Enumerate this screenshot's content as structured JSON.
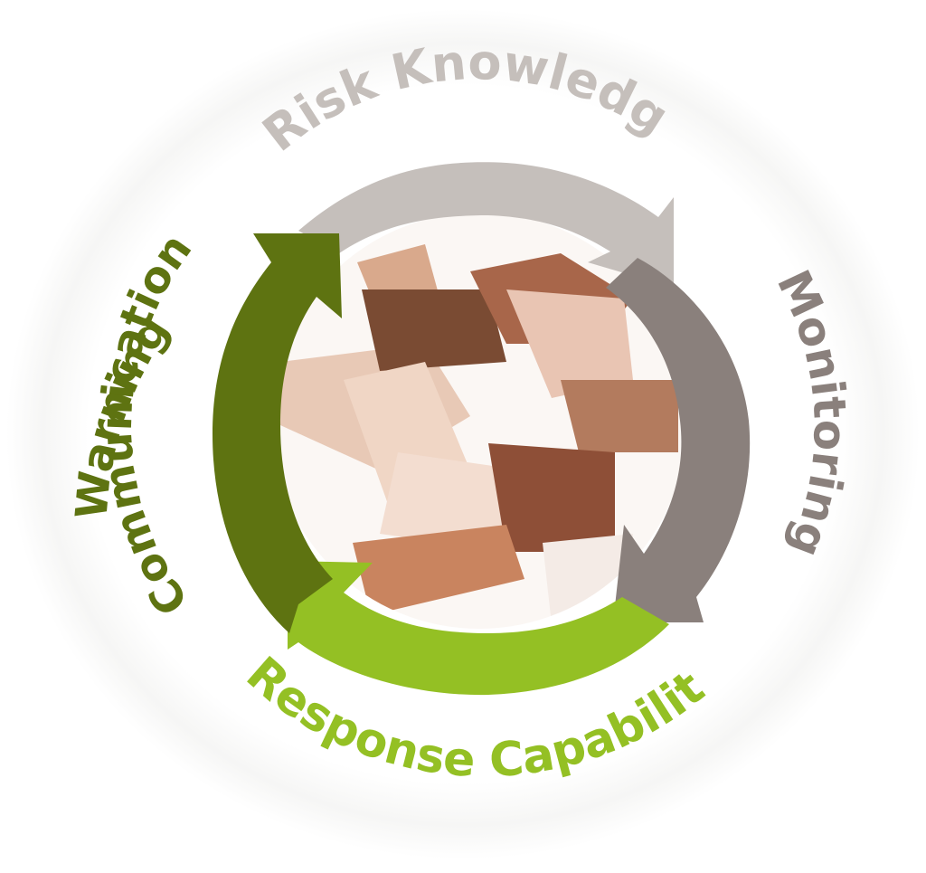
{
  "diagram": {
    "type": "cycle",
    "center_image": "stacked-hands-photo",
    "stages": [
      {
        "id": "risk-knowledge",
        "label": "Risk Knowledge",
        "color": "#c5bfbb"
      },
      {
        "id": "monitoring",
        "label": "Monitoring",
        "color": "#8a807c"
      },
      {
        "id": "response-capability",
        "label": "Response Capability",
        "color": "#94c024"
      },
      {
        "id": "warning-communication",
        "label_line1": "Warning",
        "label_line2": "Communication",
        "color": "#5e7311"
      }
    ]
  }
}
